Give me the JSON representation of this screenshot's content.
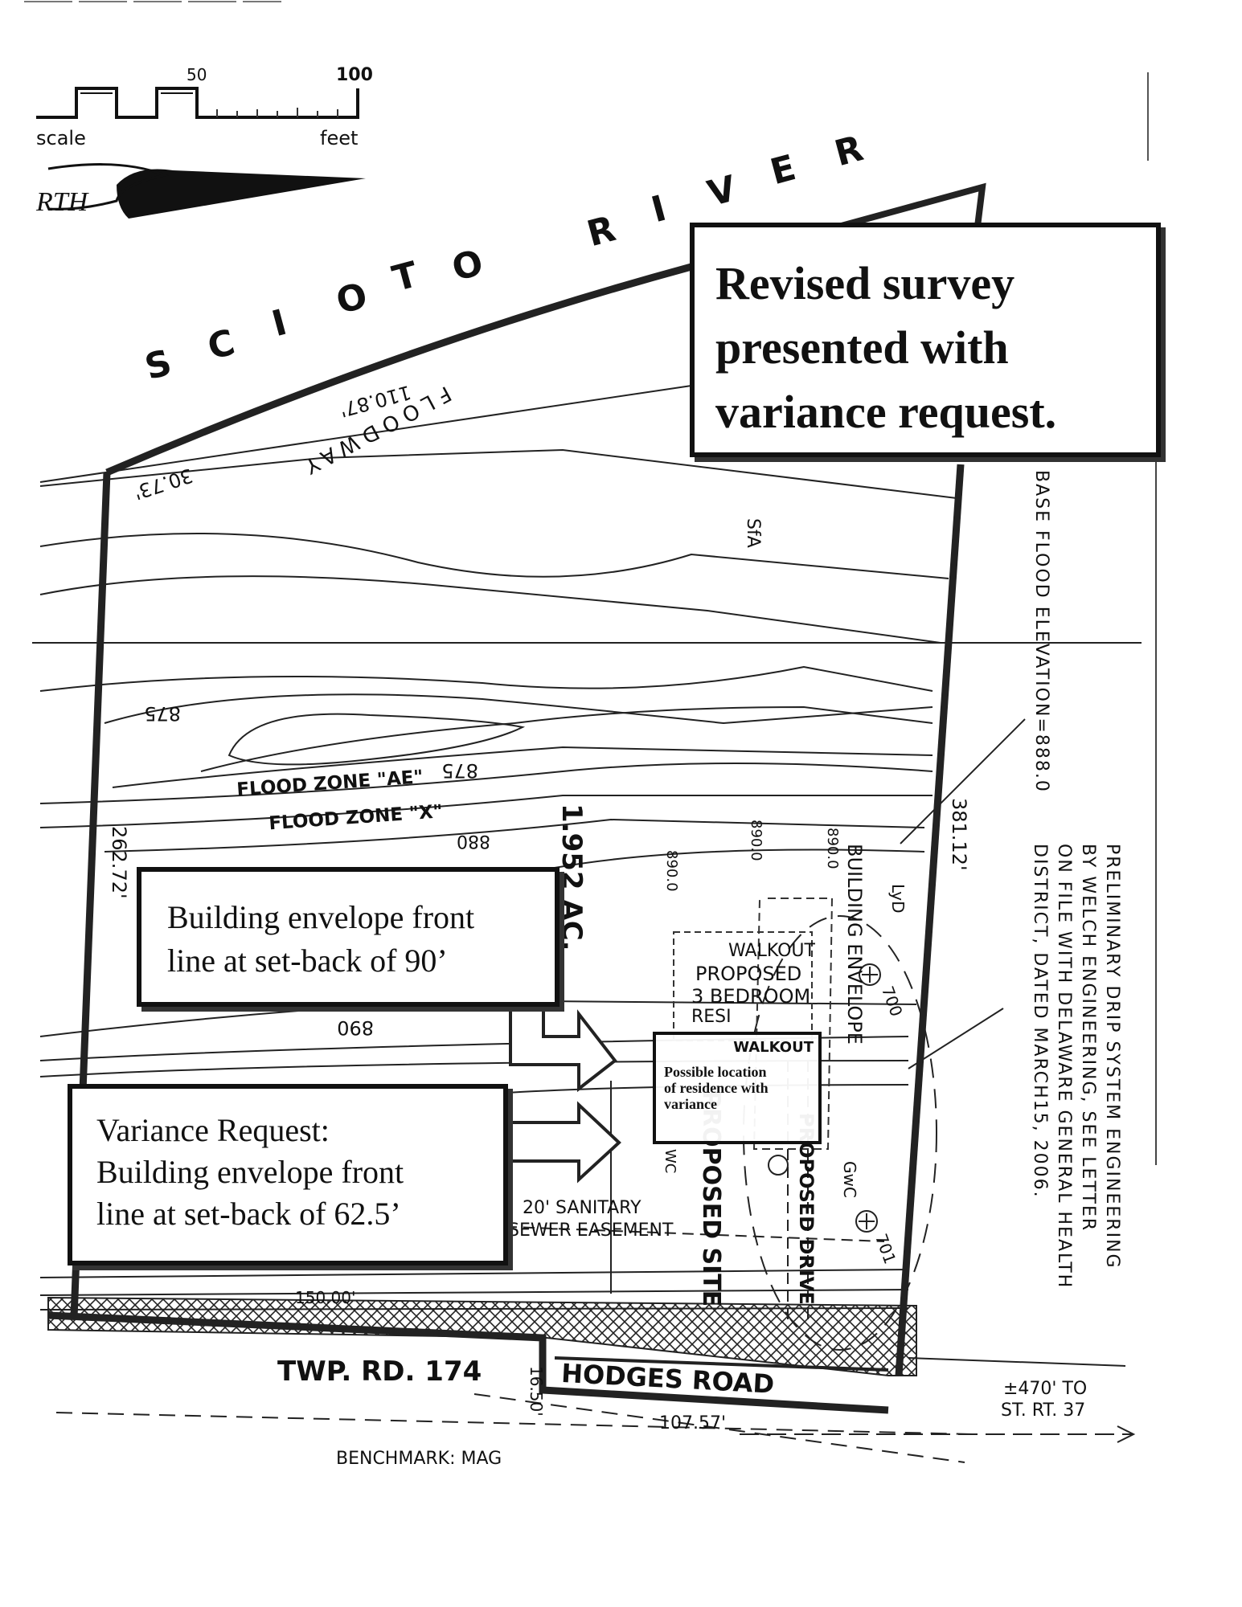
{
  "scale": {
    "left_label": "scale",
    "right_label": "feet",
    "mid_value": "50",
    "max_value": "100"
  },
  "north_arrow": {
    "label": "RTH"
  },
  "river": {
    "letters": [
      "S",
      "C",
      "I",
      "O",
      "T",
      "O",
      "R",
      "I",
      "V",
      "E",
      "R"
    ]
  },
  "callouts": {
    "main": [
      "Revised survey",
      "presented with",
      "variance request."
    ],
    "setback_90": [
      "Building envelope front",
      "line at set-back of 90’"
    ],
    "setback_625": [
      "Variance Request:",
      "Building envelope front",
      "line at set-back of 62.5’"
    ],
    "possible_location": {
      "walkout": "WALKOUT",
      "text": [
        "Possible location",
        "of residence with",
        "variance"
      ]
    }
  },
  "survey_labels": {
    "boundary_110": "110.87'",
    "boundary_30": "30.73'",
    "boundary_262": "262.72'",
    "boundary_381": "381.12'",
    "boundary_150": "150.00'",
    "boundary_107": "107.57'",
    "boundary_16": "16.50'",
    "floodway": "FLOODWAY",
    "sfa": "SfA",
    "contour_875a": "875",
    "contour_875b": "875",
    "contour_890": "890",
    "contour_880": "880",
    "flood_ae": "FLOOD ZONE \"AE\"",
    "flood_x": "FLOOD ZONE \"X\"",
    "acreage": "1.952 AC.",
    "elev_890a": "890.0",
    "elev_890b": "890.0",
    "elev_890c": "890.0",
    "building_envelope": "BUILDING ENVELOPE",
    "walkout": "WALKOUT",
    "proposed_res": [
      "PROPOSED",
      "3 BEDROOM",
      "RESI"
    ],
    "lyd": "LyD",
    "gwc": "GwC",
    "wc": "WC",
    "m700": "700",
    "m701": "701",
    "sanitary": [
      "20' SANITARY",
      "SEWER EASEMENT"
    ],
    "proposed_site": "PROPOSED SITE",
    "proposed_drive": "PROPOSED DRIVE",
    "road_twp": "TWP. RD. 174",
    "road_hodges": "HODGES ROAD",
    "distance": [
      "±470' TO",
      "ST. RT. 37"
    ],
    "benchmark": "BENCHMARK: MAG"
  },
  "notes": {
    "base_flood": "BASE FLOOD ELEVATION=888.0",
    "drip": [
      "PRELIMINARY DRIP SYSTEM ENGINEERING",
      "BY WELCH ENGINEERING, SEE LETTER",
      "ON FILE WITH DELAWARE GENERAL HEALTH",
      "DISTRICT, DATED MARCH15, 2006."
    ]
  }
}
